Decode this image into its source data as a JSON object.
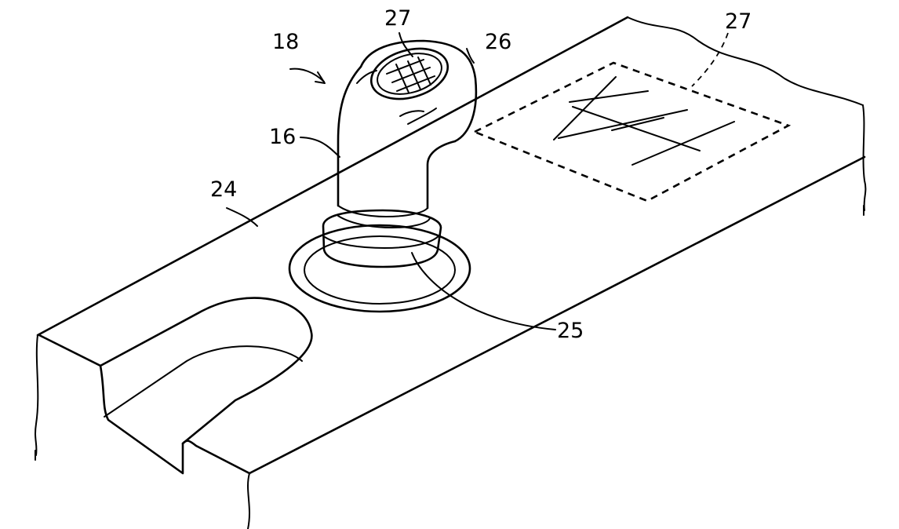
{
  "figure": {
    "labels": {
      "ref_18": "18",
      "ref_27_knob": "27",
      "ref_26": "26",
      "ref_27_panel": "27",
      "ref_16": "16",
      "ref_24": "24",
      "ref_25": "25"
    }
  }
}
